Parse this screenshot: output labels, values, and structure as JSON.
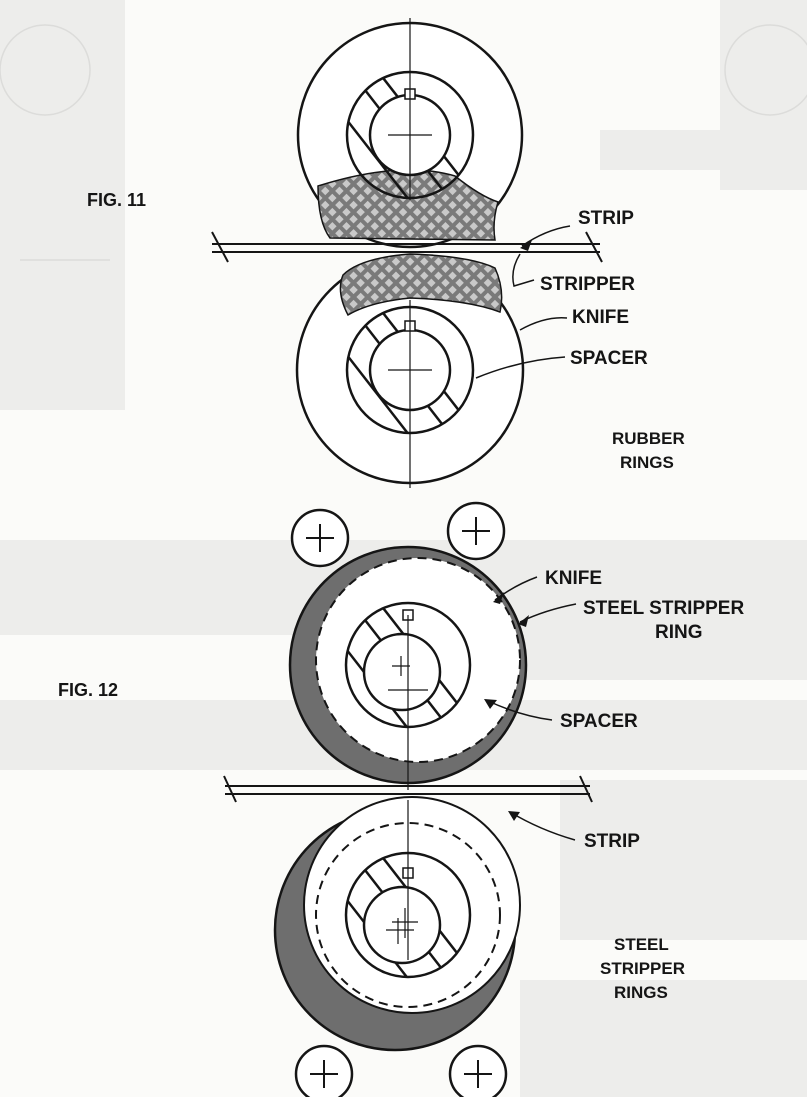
{
  "figures": [
    {
      "id": "fig11",
      "caption": "FIG. 11",
      "labels": {
        "strip": "STRIP",
        "stripper": "STRIPPER",
        "knife": "KNIFE",
        "spacer": "SPACER",
        "note_line1": "RUBBER",
        "note_line2": "RINGS"
      }
    },
    {
      "id": "fig12",
      "caption": "FIG. 12",
      "labels": {
        "knife": "KNIFE",
        "stripper_line1": "STEEL STRIPPER",
        "stripper_line2": "RING",
        "spacer": "SPACER",
        "strip": "STRIP",
        "note_line1": "STEEL",
        "note_line2": "STRIPPER",
        "note_line3": "RINGS"
      }
    }
  ],
  "colors": {
    "ink": "#151515",
    "paper": "#fbfbf9",
    "steel_ring": "#6e6e6e",
    "rubber_fill": "#7a7a7a"
  }
}
